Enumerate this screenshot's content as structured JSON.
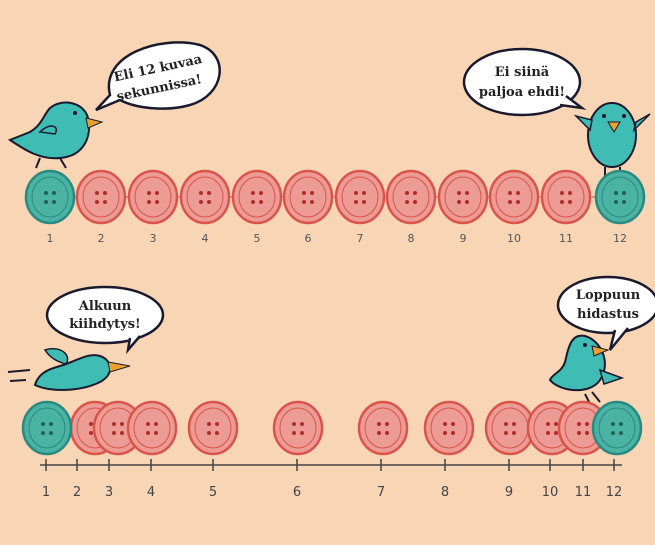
{
  "top_panel": {
    "bubble_left": {
      "line1": "Eli 12 kuvaa",
      "line2": "sekunnissa!"
    },
    "bubble_right": {
      "line1": "Ei siinä",
      "line2": "paljoa ehdi!"
    },
    "frame_labels": [
      "1",
      "2",
      "3",
      "4",
      "5",
      "6",
      "7",
      "8",
      "9",
      "10",
      "11",
      "12"
    ]
  },
  "bottom_panel": {
    "bubble_left": {
      "line1": "Alkuun",
      "line2": "kiihdytys!"
    },
    "bubble_right": {
      "line1": "Loppuun",
      "line2": "hidastus"
    },
    "frame_labels": [
      "1",
      "2",
      "3",
      "4",
      "5",
      "6",
      "7",
      "8",
      "9",
      "10",
      "11",
      "12"
    ]
  },
  "colors": {
    "background": "#f8d5b5",
    "bird": "#3fbcb4",
    "key_button": "#4bb3a4",
    "inbetween_button": "#ec9c94",
    "button_rim": "#d9544c",
    "beak": "#e8a030"
  }
}
